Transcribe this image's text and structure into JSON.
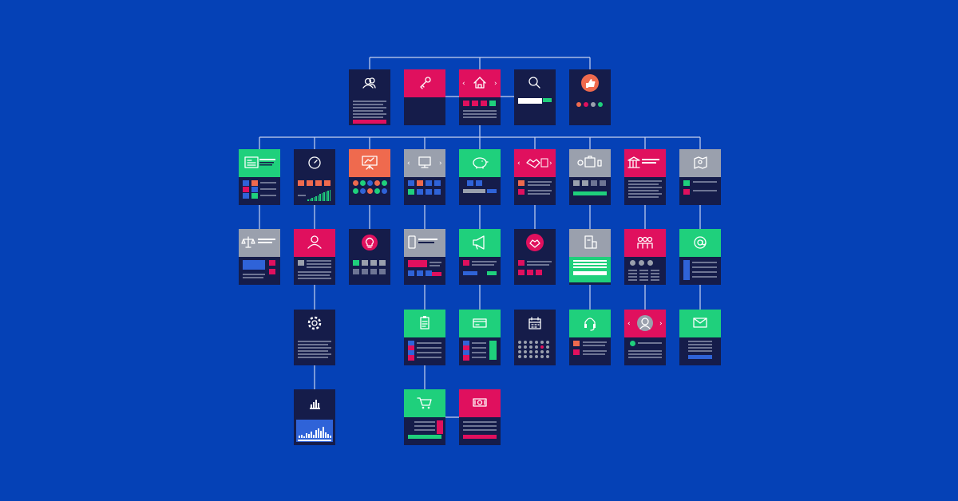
{
  "colors": {
    "background": "#0541b6",
    "card_body": "#151c4a",
    "connector": "#c9d2ee",
    "green": "#1fd07c",
    "magenta": "#e0105e",
    "orange": "#ef6a4e",
    "gray": "#9aa0ad",
    "navy": "#151c4a"
  },
  "cards": [
    {
      "id": "profile",
      "header": "navy",
      "icon": "users-icon"
    },
    {
      "id": "login",
      "header": "magenta",
      "icon": "key-icon"
    },
    {
      "id": "home",
      "header": "magenta",
      "icon": "home-icon",
      "arrows": true
    },
    {
      "id": "search",
      "header": "navy",
      "icon": "search-icon"
    },
    {
      "id": "social",
      "header": "navy",
      "icon": "thumbs-up-icon"
    },
    {
      "id": "news",
      "header": "green",
      "icon": "newspaper-icon"
    },
    {
      "id": "dashboard",
      "header": "navy",
      "icon": "speedometer-icon"
    },
    {
      "id": "presentation",
      "header": "orange",
      "icon": "presentation-board-icon"
    },
    {
      "id": "devices",
      "header": "gray",
      "icon": "monitor-icon",
      "arrows": true
    },
    {
      "id": "savings",
      "header": "green",
      "icon": "piggy-bank-icon"
    },
    {
      "id": "partners",
      "header": "magenta",
      "icon": "handshake-icon",
      "arrows": true
    },
    {
      "id": "support-tools",
      "header": "gray",
      "icon": "toolbox-icon"
    },
    {
      "id": "institution",
      "header": "magenta",
      "icon": "bank-icon"
    },
    {
      "id": "locations",
      "header": "gray",
      "icon": "map-icon"
    },
    {
      "id": "legal",
      "header": "gray",
      "icon": "scales-icon"
    },
    {
      "id": "account",
      "header": "magenta",
      "icon": "user-icon"
    },
    {
      "id": "ideas",
      "header": "navy",
      "icon": "lightbulb-icon"
    },
    {
      "id": "mobile",
      "header": "gray",
      "icon": "smartphone-icon"
    },
    {
      "id": "marketing",
      "header": "green",
      "icon": "megaphone-icon"
    },
    {
      "id": "deals",
      "header": "navy",
      "icon": "handshake-badge-icon"
    },
    {
      "id": "documents",
      "header": "gray",
      "icon": "document-icon"
    },
    {
      "id": "team",
      "header": "magenta",
      "icon": "team-icon"
    },
    {
      "id": "contact",
      "header": "green",
      "icon": "at-sign-icon"
    },
    {
      "id": "settings",
      "header": "navy",
      "icon": "gear-icon"
    },
    {
      "id": "orders",
      "header": "green",
      "icon": "clipboard-icon"
    },
    {
      "id": "payment",
      "header": "green",
      "icon": "credit-card-icon"
    },
    {
      "id": "calendar",
      "header": "navy",
      "icon": "calendar-icon"
    },
    {
      "id": "helpdesk",
      "header": "green",
      "icon": "headset-icon"
    },
    {
      "id": "agent",
      "header": "magenta",
      "icon": "avatar-icon",
      "arrows": true
    },
    {
      "id": "mail",
      "header": "green",
      "icon": "envelope-icon"
    },
    {
      "id": "analytics",
      "header": "navy",
      "icon": "bar-chart-icon"
    },
    {
      "id": "cart",
      "header": "green",
      "icon": "shopping-cart-icon"
    },
    {
      "id": "checkout",
      "header": "magenta",
      "icon": "cash-icon"
    }
  ]
}
